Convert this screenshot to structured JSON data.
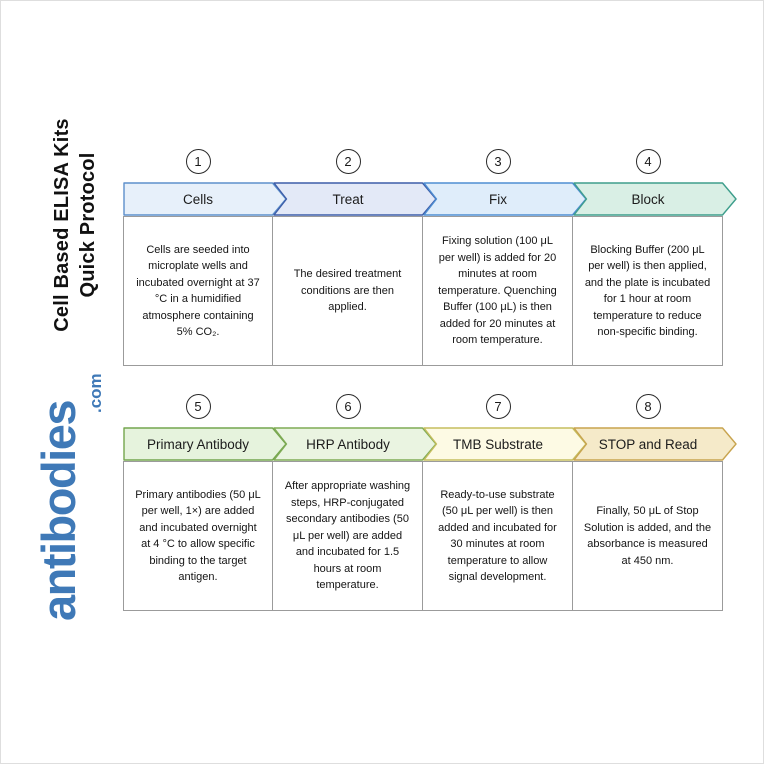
{
  "sidebar": {
    "protocol_title_line1": "Cell Based ELISA Kits",
    "protocol_title_line2": "Quick Protocol",
    "brand_name": "antibodies",
    "brand_suffix": ".com",
    "brand_color": "#3F79B7",
    "title_color": "#111111"
  },
  "steps": [
    {
      "number": "1",
      "title": "Cells",
      "description": "Cells are seeded into microplate wells and incubated overnight at 37 °C in a humidified atmosphere containing 5% CO₂.",
      "fill": "#E7F0FA",
      "stroke": "#5D8FCB"
    },
    {
      "number": "2",
      "title": "Treat",
      "description": "The desired treatment conditions are then applied.",
      "fill": "#E3E9F7",
      "stroke": "#3D5DA8"
    },
    {
      "number": "3",
      "title": "Fix",
      "description": "Fixing solution (100 μL per well) is added for 20 minutes at room temperature. Quenching Buffer (100 μL) is then added for 20 minutes at room temperature.",
      "fill": "#DFEDFA",
      "stroke": "#4E8ED2"
    },
    {
      "number": "4",
      "title": "Block",
      "description": "Blocking Buffer (200 μL per well) is then applied, and the plate is incubated for 1 hour at room temperature to reduce non-specific binding.",
      "fill": "#D9EFE5",
      "stroke": "#3E9E8C"
    },
    {
      "number": "5",
      "title": "Primary Antibody",
      "description": "Primary antibodies (50 μL per well, 1×) are added and incubated overnight at 4 °C to allow specific binding to the target antigen.",
      "fill": "#E6F3DD",
      "stroke": "#74A64E"
    },
    {
      "number": "6",
      "title": "HRP Antibody",
      "description": "After appropriate washing steps, HRP-conjugated secondary antibodies (50 μL per well) are added and incubated for 1.5 hours at room temperature.",
      "fill": "#EAF4E1",
      "stroke": "#7FAB55"
    },
    {
      "number": "7",
      "title": "TMB Substrate",
      "description": "Ready-to-use substrate (50 μL per well) is then added and incubated for 30 minutes at room temperature to allow signal development.",
      "fill": "#FDFAE4",
      "stroke": "#C5BE5F"
    },
    {
      "number": "8",
      "title": "STOP and Read",
      "description": "Finally, 50 μL of Stop Solution is added, and the absorbance is measured at 450 nm.",
      "fill": "#F5EAC9",
      "stroke": "#C8A44F"
    }
  ]
}
